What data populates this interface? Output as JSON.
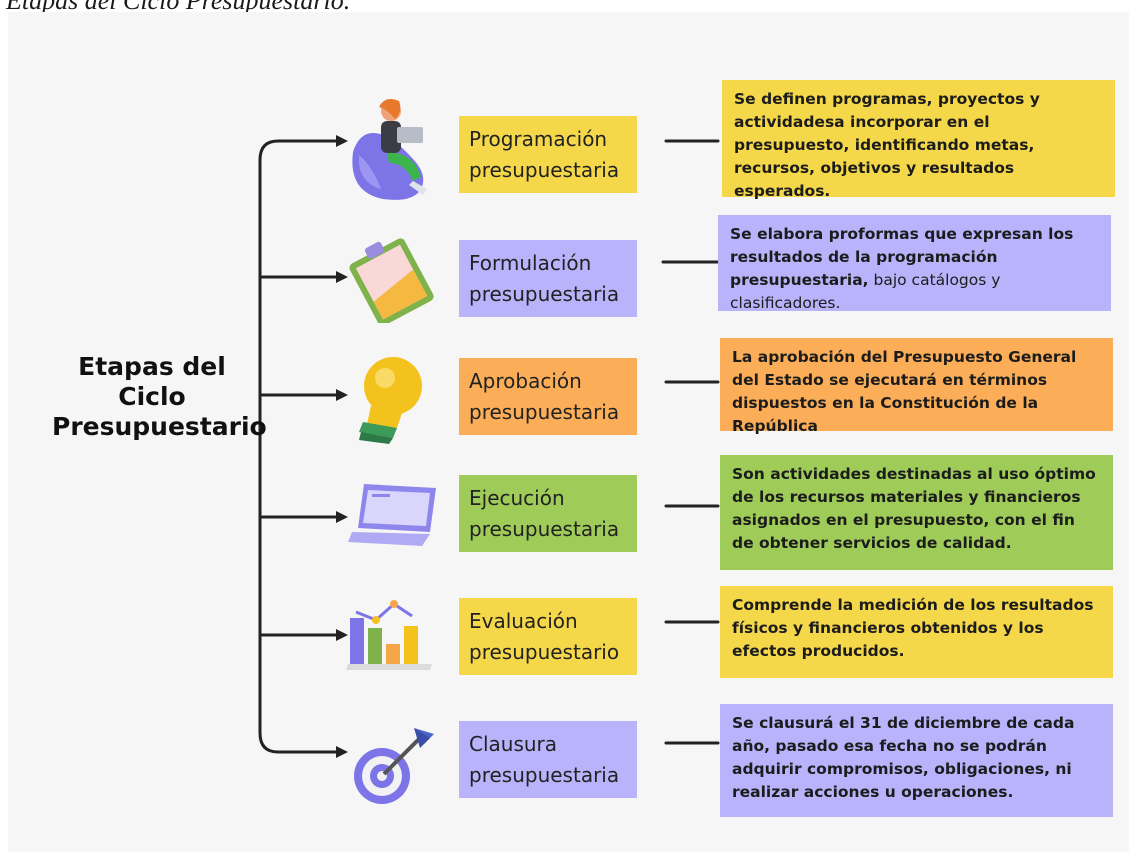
{
  "caption": "Etapas del Ciclo Presupuestario.",
  "main_title": [
    "Etapas del",
    "Ciclo",
    "Presupuestario"
  ],
  "colors": {
    "yellow": "#f5d84a",
    "purple": "#b9b3fb",
    "orange": "#fbae57",
    "green": "#9fcc58",
    "line": "#222222"
  },
  "stages": [
    {
      "name_line1": "Programación",
      "name_line2": "presupuestaria",
      "color": "#f5d84a",
      "icon": "person-bean-bag-icon",
      "description": "Se definen programas, proyectos y actividadesa incorporar en el presupuesto, identificando metas, recursos, objetivos  y resultados esperados."
    },
    {
      "name_line1": "Formulación",
      "name_line2": "presupuestaria",
      "color": "#b9b3fb",
      "icon": "clipboard-icon",
      "description_bold": "Se elabora proformas que expresan los resultados de la programación presupuestaria,",
      "description_normal": " bajo catálogos y clasificadores."
    },
    {
      "name_line1": "Aprobación",
      "name_line2": "presupuestaria",
      "color": "#fbae57",
      "icon": "light-bulb-icon",
      "description": "La aprobación del Presupuesto General del Estado se ejecutará en términos dispuestos en la Constitución de la República"
    },
    {
      "name_line1": "Ejecución",
      "name_line2": "presupuestaria",
      "color": "#9fcc58",
      "icon": "laptop-icon",
      "description": "Son actividades destinadas al uso óptimo de los recursos materiales y financieros asignados en el presupuesto, con el fin de obtener servicios de calidad."
    },
    {
      "name_line1": "Evaluación",
      "name_line2": "presupuestario",
      "color": "#f5d84a",
      "icon": "bar-chart-icon",
      "description": "Comprende la medición de los resultados físicos y financieros obtenidos y los efectos producidos."
    },
    {
      "name_line1": "Clausura",
      "name_line2": "presupuestaria",
      "color": "#b9b3fb",
      "icon": "target-dart-icon",
      "description": " Se clausurá el 31 de diciembre de cada año, pasado esa fecha no se podrán adquirir compromisos, obligaciones, ni realizar acciones u operaciones."
    }
  ]
}
